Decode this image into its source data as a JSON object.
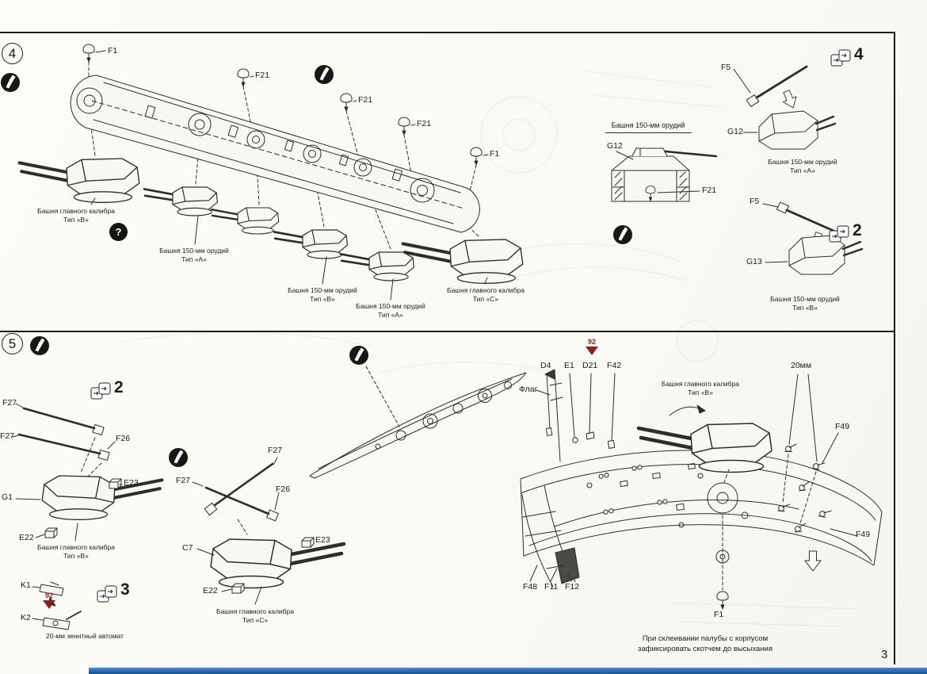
{
  "page": {
    "number": "3"
  },
  "steps": {
    "four": "4",
    "five": "5"
  },
  "icons": {
    "question": "?"
  },
  "decal": {
    "number": "92"
  },
  "quantities": {
    "four": "4",
    "two": "2",
    "three": "3"
  },
  "parts": {
    "f1": "F1",
    "f21": "F21",
    "f5": "F5",
    "g12": "G12",
    "g13": "G13",
    "g1": "G1",
    "c7": "C7",
    "f27": "F27",
    "f26": "F26",
    "e22": "E22",
    "e23": "E23",
    "k1": "K1",
    "k2": "K2",
    "d4": "D4",
    "e1": "E1",
    "d21": "D21",
    "f42": "F42",
    "f49": "F49",
    "f48": "F48",
    "f11": "F11",
    "f12": "F12",
    "mm20": "20мм",
    "flag": "Флаг"
  },
  "captions": {
    "main_cal": "Башня главного калибра",
    "gun150": "Башня 150-мм орудий",
    "type_a": "Тип «А»",
    "type_b": "Тип «В»",
    "type_c": "Тип «С»",
    "aa20": "20-мм зенитный автомат"
  },
  "note": {
    "line1": "При склеивании палубы с корпусом",
    "line2": "зафиксировать скотчем до высыхания"
  }
}
